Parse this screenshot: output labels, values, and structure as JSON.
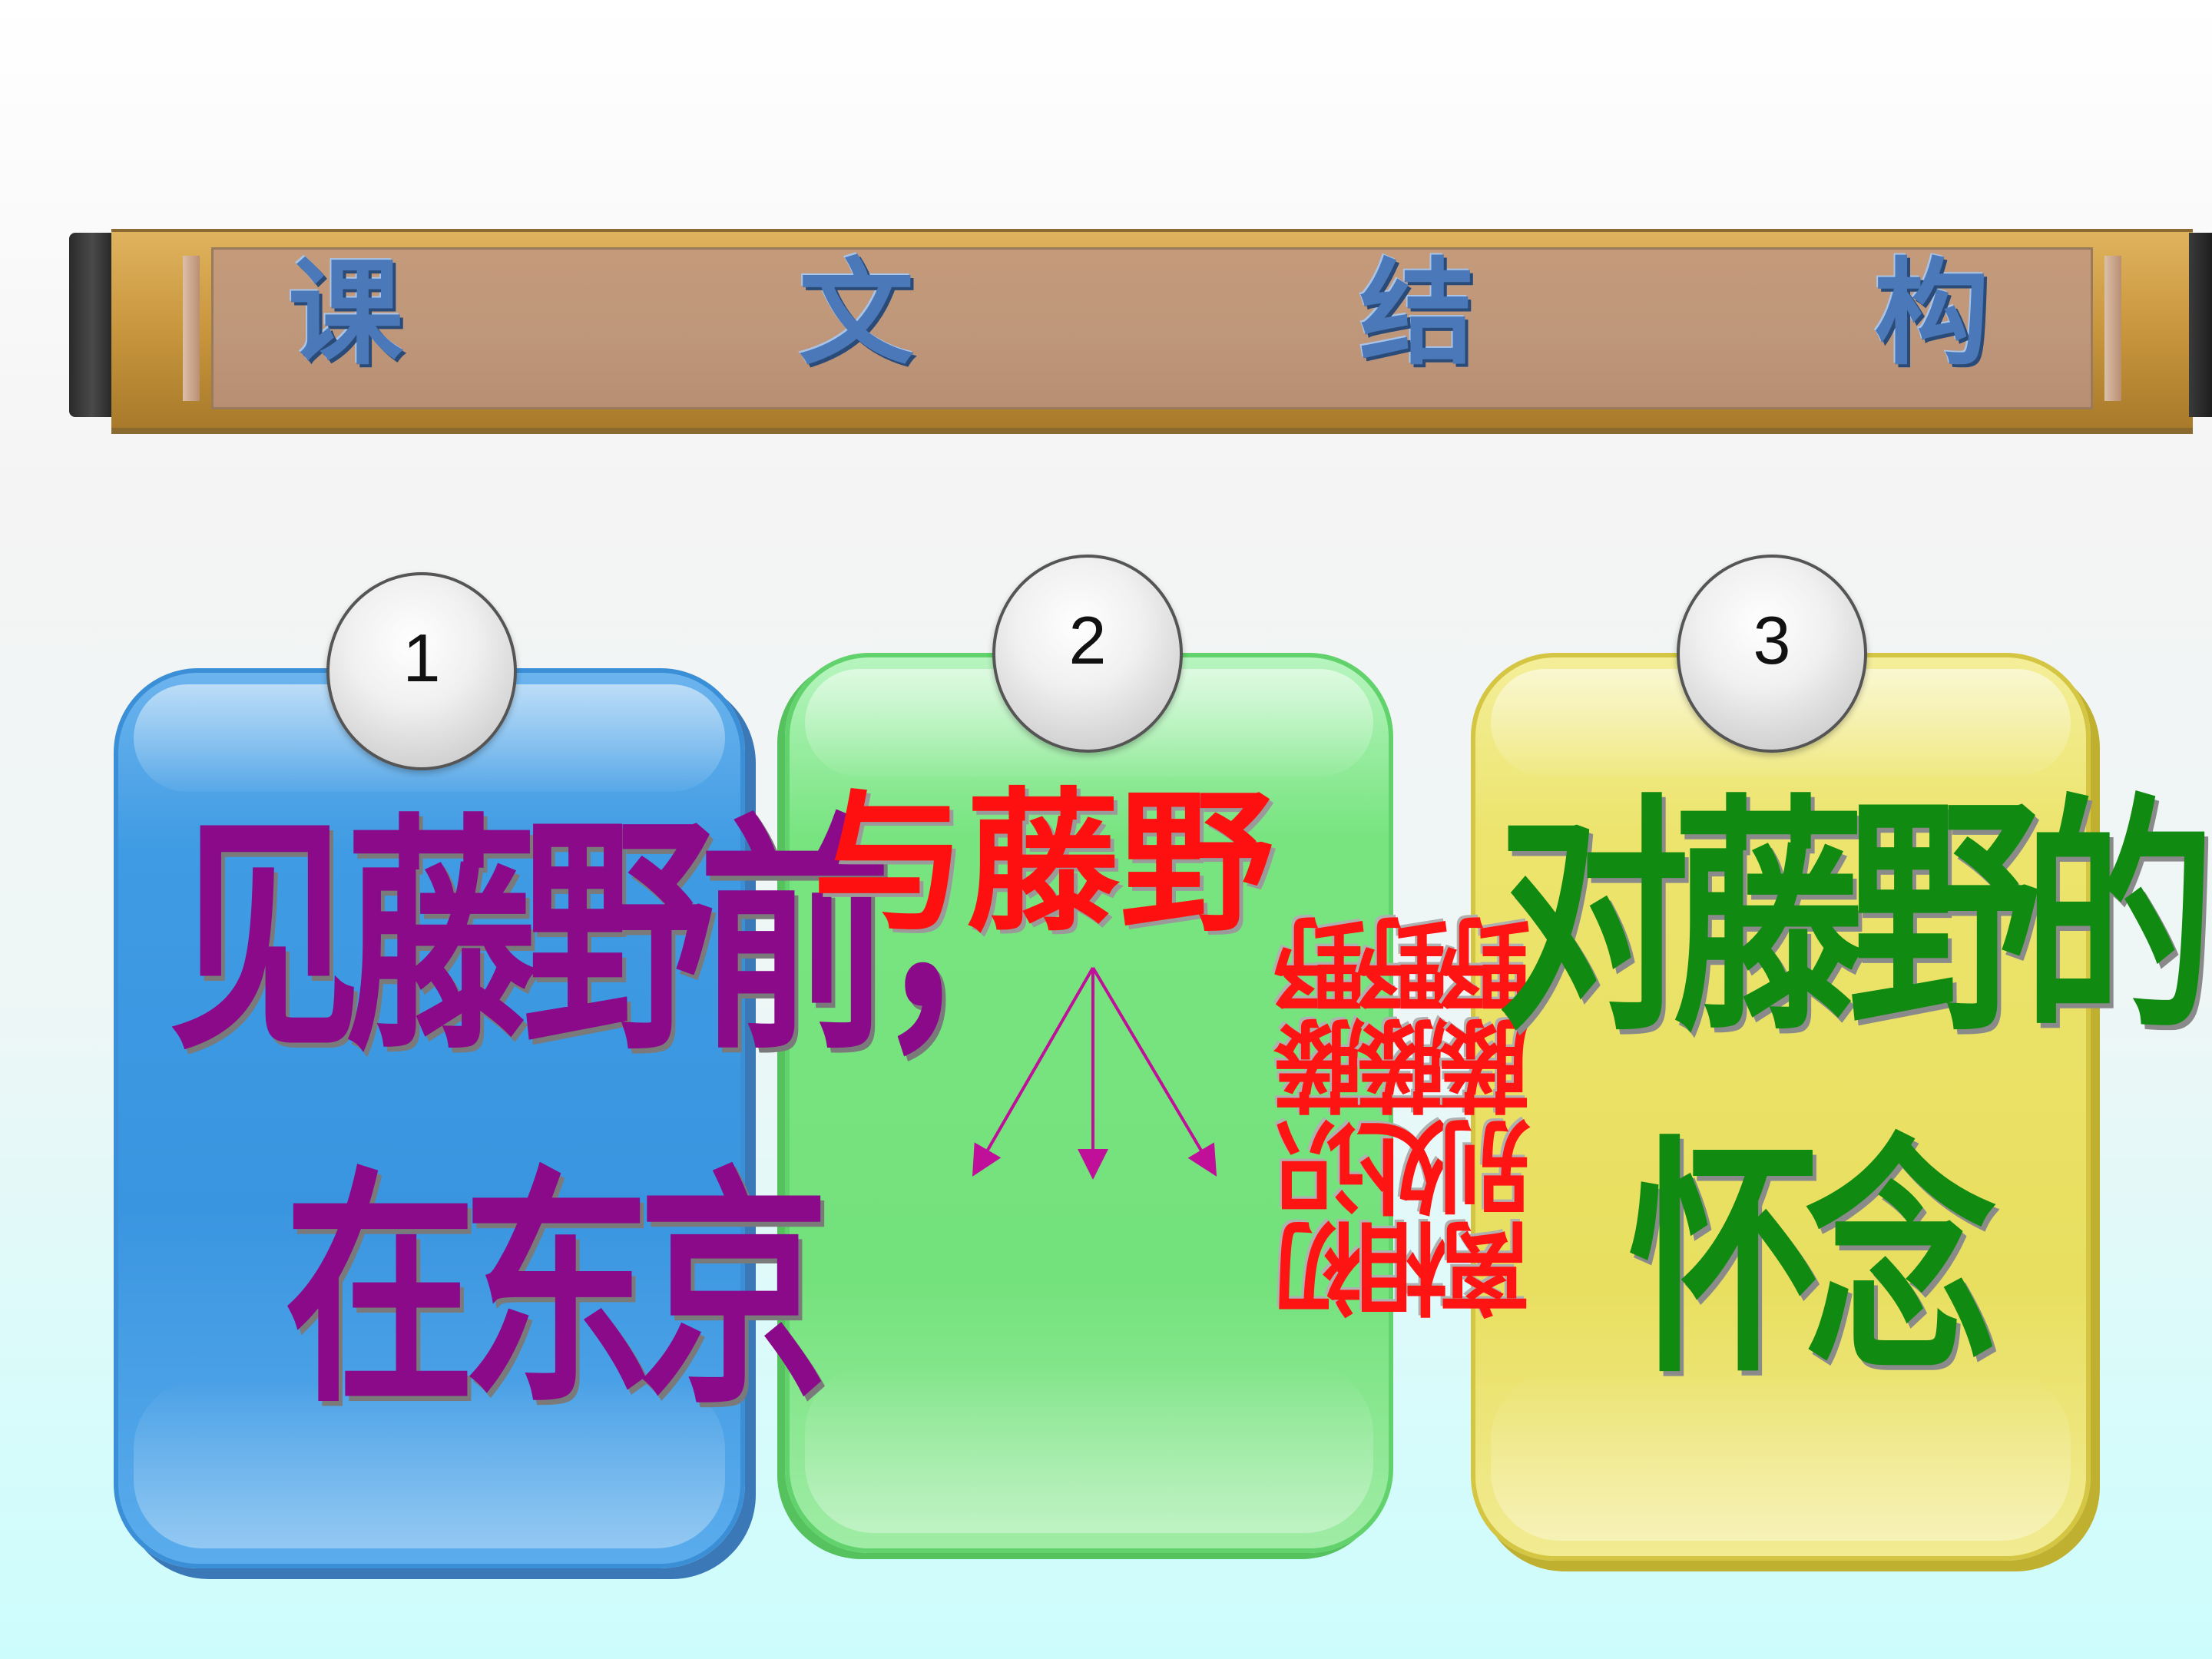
{
  "banner": {
    "chars": [
      "课",
      "文",
      "结",
      "构"
    ]
  },
  "cards": [
    {
      "number": "1",
      "line1": "见藤野前，",
      "line2": "在东京",
      "color": "#3f9be3",
      "text_color": "#8a0a8a"
    },
    {
      "number": "2",
      "line1": "与藤野",
      "color": "#74e27c",
      "text_color": "#ff1010",
      "branches": [
        "初识藤野",
        "相处藤野",
        "离别藤野"
      ]
    },
    {
      "number": "3",
      "line1": "对藤野的",
      "line2": "怀念",
      "color": "#e8df60",
      "text_color": "#108a10"
    }
  ]
}
